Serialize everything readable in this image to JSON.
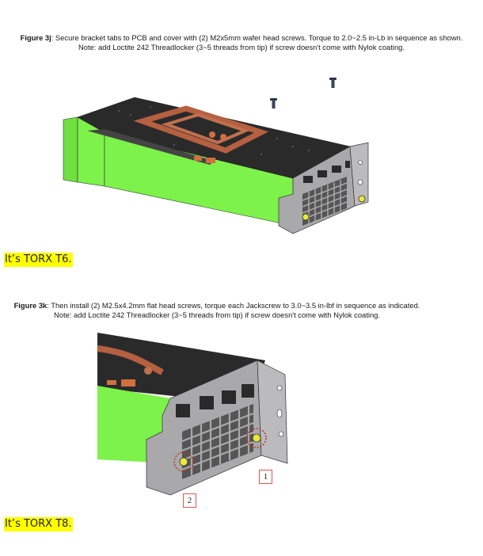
{
  "figure_3j": {
    "label": "Figure 3j",
    "text": ": Secure bracket tabs to PCB and cover with (2) M2x5mm wafer head screws.  Torque to 2.0~2.5 in-Lb in sequence as shown. Note: add Loctite 242 Threadlocker (3~5 threads from tip) if screw doesn't come with Nylok coating.",
    "illustration": "gpu-card-bracket-with-two-wafer-head-screws",
    "note": "It’s TORX T6."
  },
  "figure_3k": {
    "label": "Figure 3k",
    "text": ": Then install (2) M2.5x4.2mm flat head screws, torque each Jackscrew to 3.0~3.5 in-lbf in sequence as indicated.  Note: add Loctite 242 Threadlocker (3~5 threads from tip) if screw doesn't come with Nylok coating.",
    "illustration": "gpu-bracket-jackscrews-sequence",
    "sequence_labels": [
      "1",
      "2"
    ],
    "note": "It’s TORX T8."
  },
  "colors": {
    "highlight": "#ffff00",
    "card_green": "#7cf24a",
    "copper": "#c06a45",
    "bracket_gray": "#a9a9ab",
    "screw_yellow": "#e8e83a",
    "sequence_border": "#e05555"
  }
}
